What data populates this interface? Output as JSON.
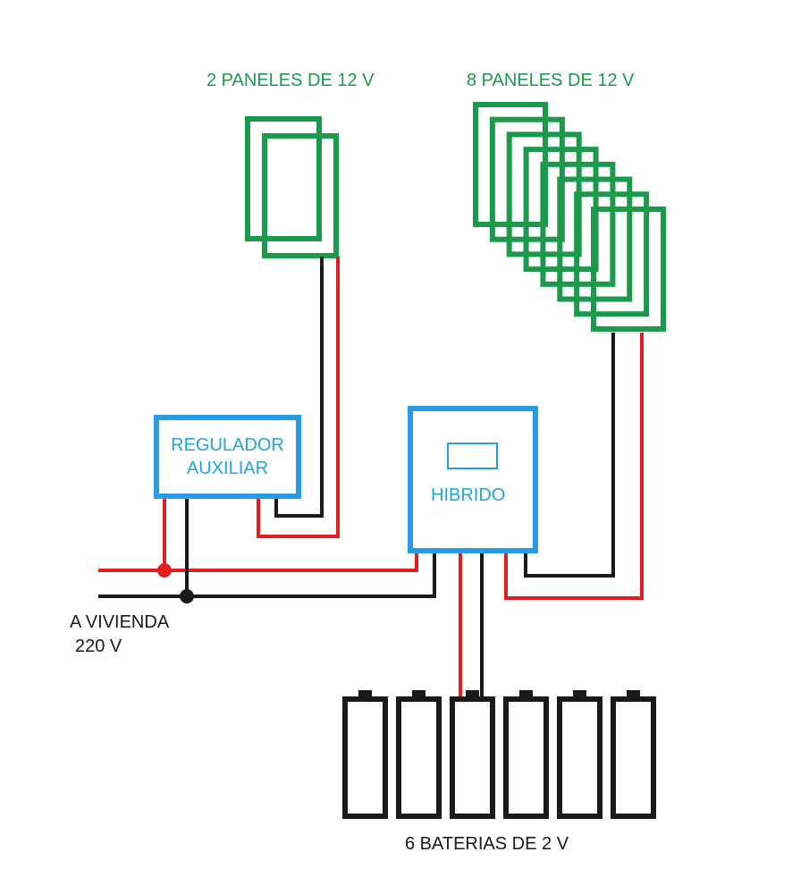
{
  "colors": {
    "panel": "#1a9a4a",
    "box": "#2a9be0",
    "wire_positive": "#e02020",
    "wire_negative": "#1a1a1a",
    "text_green": "#1a9a4a",
    "text_cyan": "#1fa6d8"
  },
  "labels": {
    "panels_small": "2 PANELES DE 12 V",
    "panels_large": "8 PANELES DE 12 V",
    "regulator_line1": "REGULADOR",
    "regulator_line2": "AUXILIAR",
    "hybrid": "HIBRIDO",
    "home_line1": "A VIVIENDA",
    "home_line2": "220 V",
    "batteries": "6 BATERIAS DE 2 V"
  },
  "counts": {
    "small_panels": 2,
    "large_panels": 8,
    "batteries": 6
  }
}
